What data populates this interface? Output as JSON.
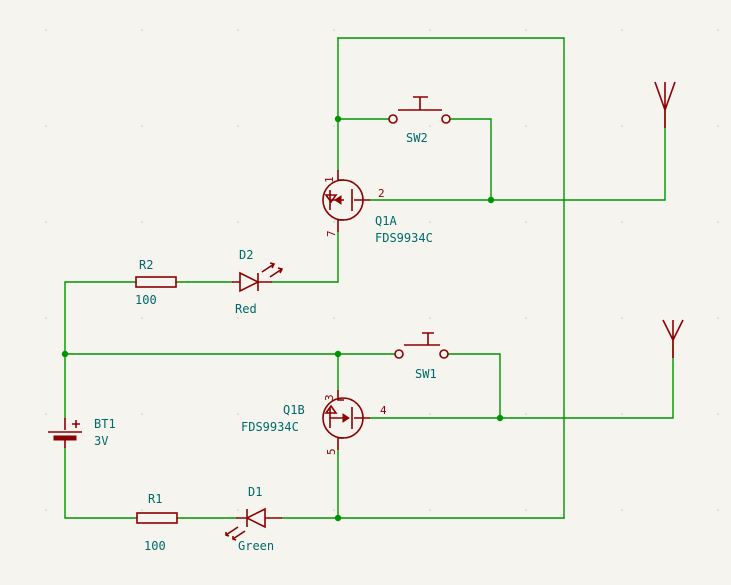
{
  "colors": {
    "wire": "#009400",
    "symbol": "#8b0000",
    "text": "#006a6a",
    "background": "#f5f4ef"
  },
  "components": {
    "sw2": {
      "ref": "SW2"
    },
    "sw1": {
      "ref": "SW1"
    },
    "q1a": {
      "ref": "Q1A",
      "value": "FDS9934C",
      "pin_gate": "2",
      "pin_top": "1",
      "pin_bottom": "7"
    },
    "q1b": {
      "ref": "Q1B",
      "value": "FDS9934C",
      "pin_gate": "4",
      "pin_top": "3",
      "pin_bottom": "5"
    },
    "r2": {
      "ref": "R2",
      "value": "100"
    },
    "r1": {
      "ref": "R1",
      "value": "100"
    },
    "d2": {
      "ref": "D2",
      "value": "Red"
    },
    "d1": {
      "ref": "D1",
      "value": "Green"
    },
    "bt1": {
      "ref": "BT1",
      "value": "3V"
    }
  },
  "antennas": [
    "antenna-top",
    "antenna-bottom"
  ]
}
